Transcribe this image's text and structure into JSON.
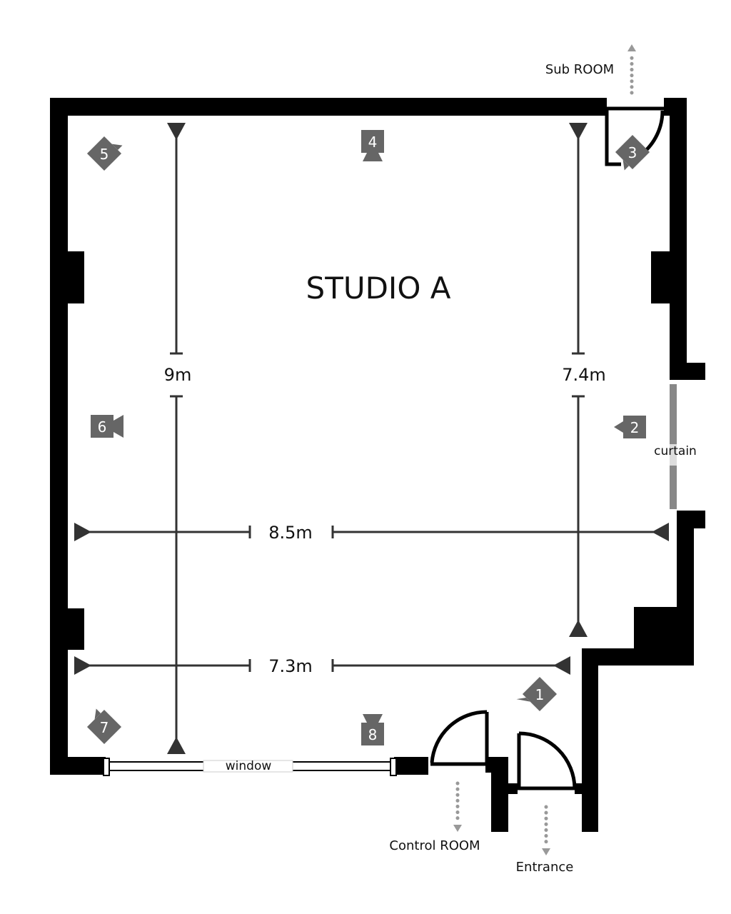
{
  "title": "STUDIO A",
  "dimensions": {
    "left_height": "9m",
    "right_height": "7.4m",
    "upper_width": "8.5m",
    "lower_width": "7.3m"
  },
  "labels": {
    "sub_room": "Sub ROOM",
    "curtain": "curtain",
    "window": "window",
    "control_room": "Control ROOM",
    "entrance": "Entrance"
  },
  "cameras": [
    "1",
    "2",
    "3",
    "4",
    "5",
    "6",
    "7",
    "8"
  ],
  "colors": {
    "wall": "#000000",
    "camera": "#666666",
    "dimension": "#333333",
    "arrow": "#999999",
    "curtain": "#888888"
  }
}
